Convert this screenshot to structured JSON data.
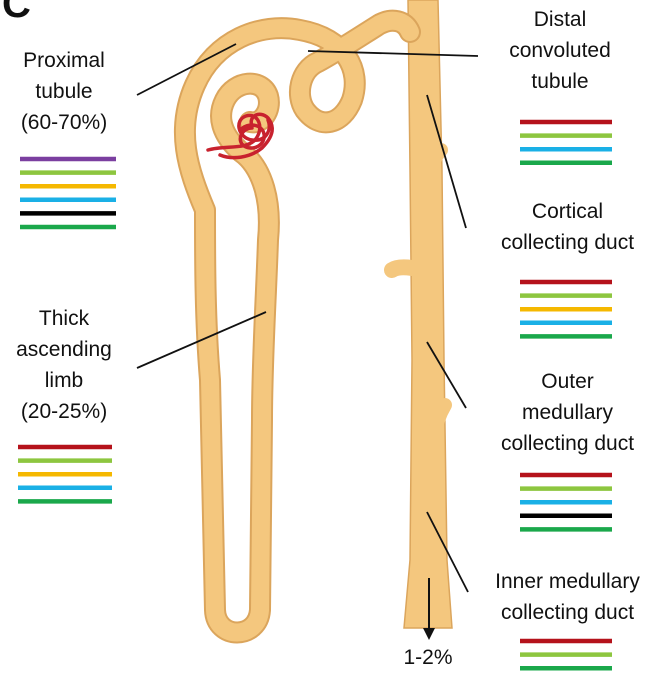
{
  "panel_letter": "C",
  "colors": {
    "tubule_fill": "#f4c77e",
    "tubule_outline": "#dba55c",
    "glomerulus": "#c8222e",
    "arrow": "#111111"
  },
  "segments": [
    {
      "id": "proximal-tubule",
      "lines": [
        "Proximal",
        "tubule",
        "(60-70%)"
      ],
      "bars": [
        "#7b3fa0",
        "#8dc63f",
        "#f5b800",
        "#1ab0e6",
        "#000000",
        "#1aa84b"
      ]
    },
    {
      "id": "thick-ascending-limb",
      "lines": [
        "Thick",
        "ascending",
        "limb",
        "(20-25%)"
      ],
      "bars": [
        "#b5121b",
        "#8dc63f",
        "#f5b800",
        "#1ab0e6",
        "#1aa84b"
      ]
    },
    {
      "id": "distal-convoluted-tubule",
      "lines": [
        "Distal",
        "convoluted",
        "tubule"
      ],
      "bars": [
        "#b5121b",
        "#8dc63f",
        "#1ab0e6",
        "#1aa84b"
      ]
    },
    {
      "id": "cortical-collecting-duct",
      "lines": [
        "Cortical",
        "collecting duct"
      ],
      "bars": [
        "#b5121b",
        "#8dc63f",
        "#f5b800",
        "#1ab0e6",
        "#1aa84b"
      ]
    },
    {
      "id": "outer-medullary-collecting-duct",
      "lines": [
        "Outer",
        "medullary",
        "collecting duct"
      ],
      "bars": [
        "#b5121b",
        "#8dc63f",
        "#1ab0e6",
        "#000000",
        "#1aa84b"
      ]
    },
    {
      "id": "inner-medullary-collecting-duct",
      "lines": [
        "Inner medullary",
        "collecting duct"
      ],
      "bars": [
        "#b5121b",
        "#8dc63f",
        "#1aa84b"
      ]
    }
  ],
  "outflow_label": "1-2%"
}
